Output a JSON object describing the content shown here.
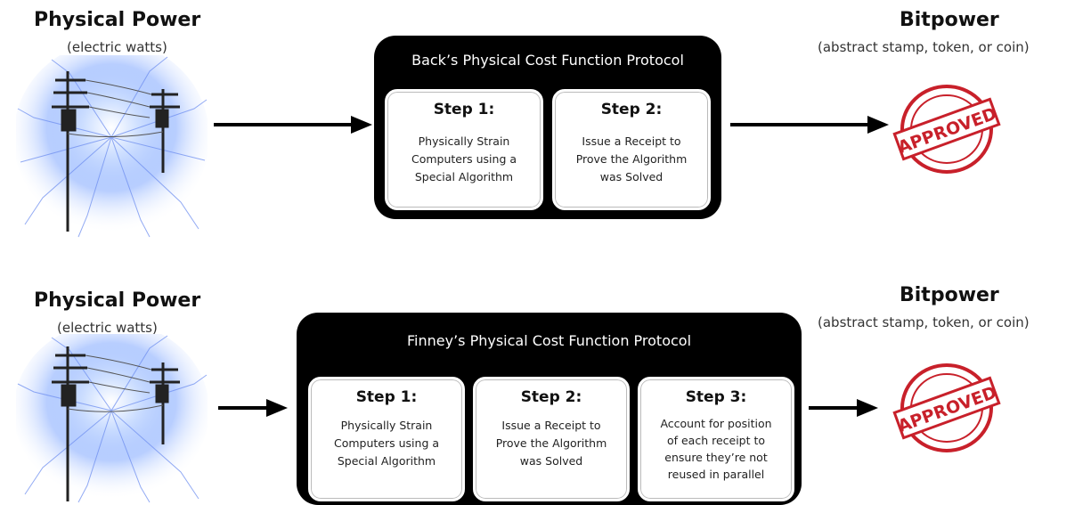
{
  "rows": [
    {
      "source": {
        "title": "Physical Power",
        "subtitle": "(electric watts)",
        "icon": "power-lines-icon"
      },
      "protocol": {
        "title": "Back’s Physical Cost Function Protocol",
        "steps": [
          {
            "title": "Step 1:",
            "lines": [
              "Physically Strain",
              "Computers using a",
              "Special Algorithm"
            ]
          },
          {
            "title": "Step 2:",
            "lines": [
              "Issue a Receipt to",
              "Prove the Algorithm",
              "was Solved"
            ]
          }
        ]
      },
      "result": {
        "title": "Bitpower",
        "subtitle": "(abstract stamp, token, or coin)",
        "stamp_text": "APPROVED",
        "icon": "approved-stamp-icon"
      }
    },
    {
      "source": {
        "title": "Physical Power",
        "subtitle": "(electric watts)",
        "icon": "power-lines-icon"
      },
      "protocol": {
        "title": "Finney’s Physical Cost Function Protocol",
        "steps": [
          {
            "title": "Step 1:",
            "lines": [
              "Physically Strain",
              "Computers using a",
              "Special Algorithm"
            ]
          },
          {
            "title": "Step 2:",
            "lines": [
              "Issue a Receipt to",
              "Prove the Algorithm",
              "was Solved"
            ]
          },
          {
            "title": "Step 3:",
            "lines": [
              "Account for position",
              "of each receipt to",
              "ensure they’re not",
              "reused in parallel"
            ]
          }
        ]
      },
      "result": {
        "title": "Bitpower",
        "subtitle": "(abstract stamp, token, or coin)",
        "stamp_text": "APPROVED",
        "icon": "approved-stamp-icon"
      }
    }
  ],
  "colors": {
    "protocol_bg": "#000000",
    "stamp_red": "#c8202a",
    "glow_blue": "#7ea6ff",
    "arrow": "#000000"
  }
}
